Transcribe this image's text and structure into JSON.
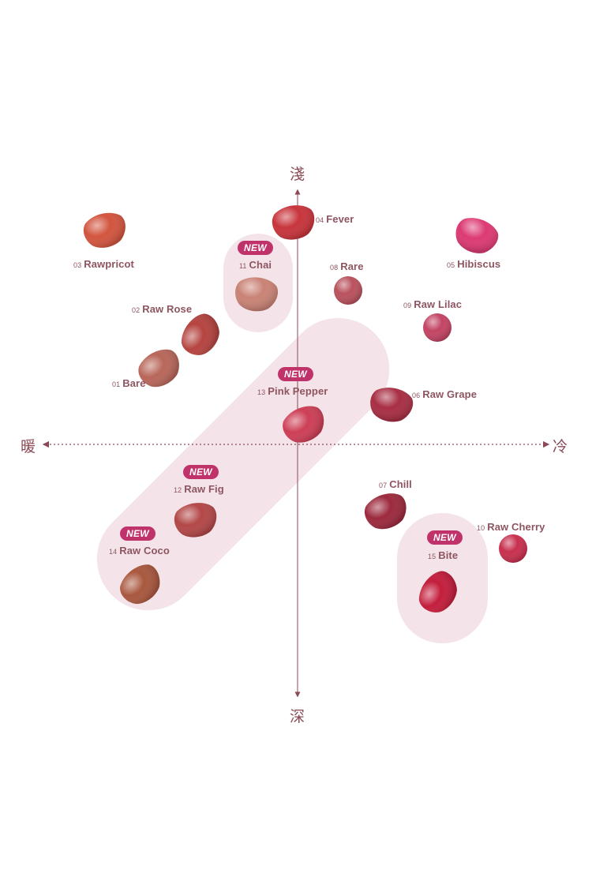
{
  "axes": {
    "top": "淺",
    "bottom": "深",
    "left": "暖",
    "right": "冷"
  },
  "badge_text": "NEW",
  "colors": {
    "axis": "#8a4a55",
    "group_fill": "#f4e4e9",
    "badge": "#c0336a",
    "label": "#8e5560"
  },
  "shades": [
    {
      "num": "01",
      "name": "Bare",
      "color": "#b8675a",
      "is_new": false
    },
    {
      "num": "02",
      "name": "Raw Rose",
      "color": "#b54440",
      "is_new": false
    },
    {
      "num": "03",
      "name": "Rawpricot",
      "color": "#d2553f",
      "is_new": false
    },
    {
      "num": "04",
      "name": "Fever",
      "color": "#c8353c",
      "is_new": false
    },
    {
      "num": "05",
      "name": "Hibiscus",
      "color": "#dd3a74",
      "is_new": false
    },
    {
      "num": "06",
      "name": "Raw Grape",
      "color": "#a82f44",
      "is_new": false
    },
    {
      "num": "07",
      "name": "Chill",
      "color": "#9c2a3e",
      "is_new": false
    },
    {
      "num": "08",
      "name": "Rare",
      "color": "#b9525e",
      "is_new": false
    },
    {
      "num": "09",
      "name": "Raw Lilac",
      "color": "#c34564",
      "is_new": false
    },
    {
      "num": "10",
      "name": "Raw Cherry",
      "color": "#c8304f",
      "is_new": false
    },
    {
      "num": "11",
      "name": "Chai",
      "color": "#c98376",
      "is_new": true
    },
    {
      "num": "12",
      "name": "Raw Fig",
      "color": "#b34848",
      "is_new": true
    },
    {
      "num": "13",
      "name": "Pink Pepper",
      "color": "#cd3f56",
      "is_new": true
    },
    {
      "num": "14",
      "name": "Raw Coco",
      "color": "#a9583f",
      "is_new": true
    },
    {
      "num": "15",
      "name": "Bite",
      "color": "#c41e3c",
      "is_new": true
    }
  ]
}
